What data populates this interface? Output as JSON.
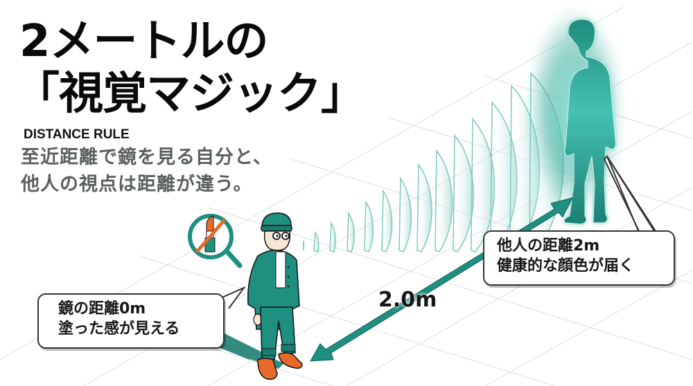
{
  "headline": {
    "line1": "2メートルの",
    "line2": "「視覚マジック」"
  },
  "label_en": "DISTANCE RULE",
  "subtitle": {
    "line1": "至近距離で鏡を見る自分と、",
    "line2": "他人の視点は距離が違う。"
  },
  "bubbles": {
    "self": {
      "line1": "鏡の距離0m",
      "line2": "塗った感が見える"
    },
    "others": {
      "line1": "他人の距離2m",
      "line2": "健康的な顔色が届く"
    }
  },
  "distance_label": "2.0m",
  "icons": {
    "magnifier": "magnifier-no-lipstick-icon",
    "arrow": "double-headed-arrow"
  },
  "colors": {
    "teal": "#1f8f80",
    "teal_dark": "#17766b",
    "orange": "#e86a2a",
    "text_dark": "#0a0a0a",
    "text_gray": "#5a5f5f",
    "grid": "#d9dddd"
  }
}
